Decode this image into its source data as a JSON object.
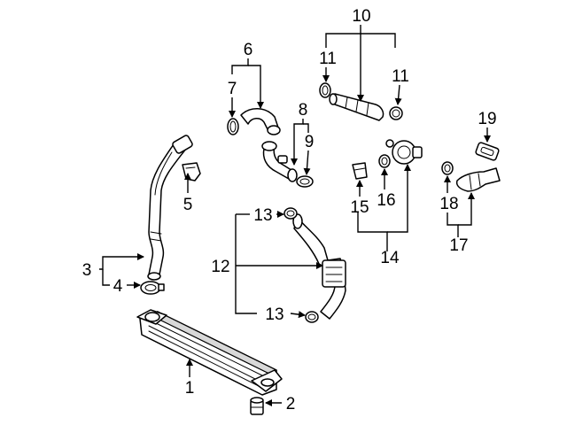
{
  "callouts": {
    "c1": "1",
    "c2": "2",
    "c3": "3",
    "c4": "4",
    "c5": "5",
    "c6": "6",
    "c7": "7",
    "c8": "8",
    "c9": "9",
    "c10": "10",
    "c11a": "11",
    "c11b": "11",
    "c12": "12",
    "c13a": "13",
    "c13b": "13",
    "c14": "14",
    "c15": "15",
    "c16": "16",
    "c17": "17",
    "c18": "18",
    "c19": "19"
  },
  "parts": [
    "intercooler",
    "bushing",
    "inlet-tube",
    "clamp",
    "bracket",
    "outlet-hose",
    "clamp",
    "tube-assembly",
    "clamp",
    "hose",
    "clamp",
    "pipe-assembly",
    "clamp",
    "valve-assembly",
    "connector",
    "clamp",
    "hose",
    "clamp",
    "seal"
  ]
}
